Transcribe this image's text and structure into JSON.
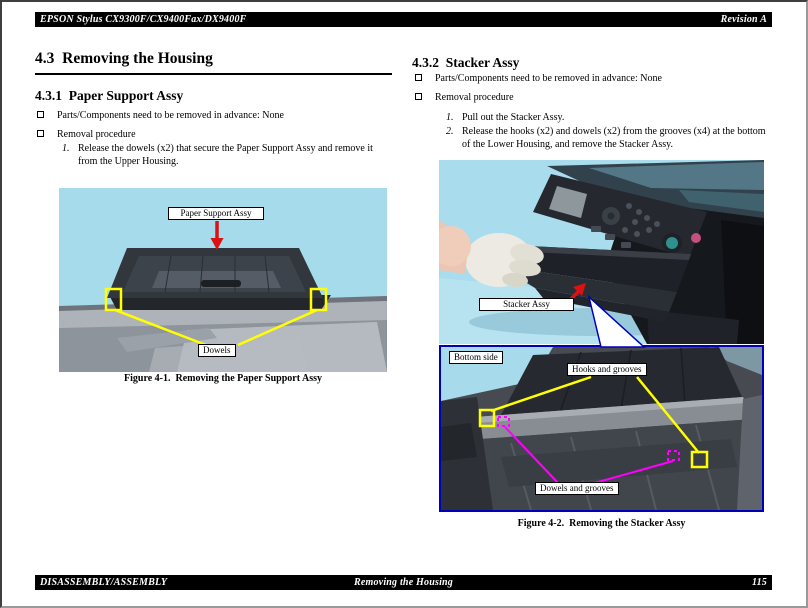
{
  "header": {
    "title": "EPSON Stylus CX9300F/CX9400Fax/DX9400F",
    "revision": "Revision A"
  },
  "footer": {
    "left": "DISASSEMBLY/ASSEMBLY",
    "center": "Removing the Housing",
    "page_number": "115"
  },
  "left": {
    "section_title": "4.3  Removing the Housing",
    "subsection_title": "4.3.1  Paper Support Assy",
    "checklist": [
      "Parts/Components need to be removed in advance: None",
      "Removal procedure"
    ],
    "steps": [
      {
        "num": "1.",
        "text": "Release the dowels (x2) that secure the Paper Support Assy and remove it from the Upper Housing."
      }
    ],
    "figure": {
      "label_top": "Paper Support Assy",
      "label_bottom": "Dowels",
      "caption": "Figure 4-1.  Removing the Paper Support Assy"
    }
  },
  "right": {
    "subsection_title": "4.3.2  Stacker Assy",
    "checklist": [
      "Parts/Components need to be removed in advance: None",
      "Removal procedure"
    ],
    "steps": [
      {
        "num": "1.",
        "text": "Pull out the Stacker Assy."
      },
      {
        "num": "2.",
        "text": "Release the hooks (x2) and dowels (x2) from the grooves (x4) at the bottom of the Lower Housing, and remove the Stacker Assy."
      }
    ],
    "figure": {
      "label_stacker": "Stacker Assy",
      "label_bottom_side": "Bottom side",
      "label_hooks": "Hooks and grooves",
      "label_dowels": "Dowels and grooves",
      "caption": "Figure 4-2.  Removing the Stacker Assy"
    }
  },
  "colors": {
    "bar_background": "#000000",
    "bar_text": "#ffffff",
    "photo_sky_blue": "#a6dbec",
    "highlight_yellow": "#ffff00",
    "highlight_magenta": "#ff00ff",
    "arrow_red": "#dd1111",
    "inset_border_blue": "#0000bb"
  }
}
